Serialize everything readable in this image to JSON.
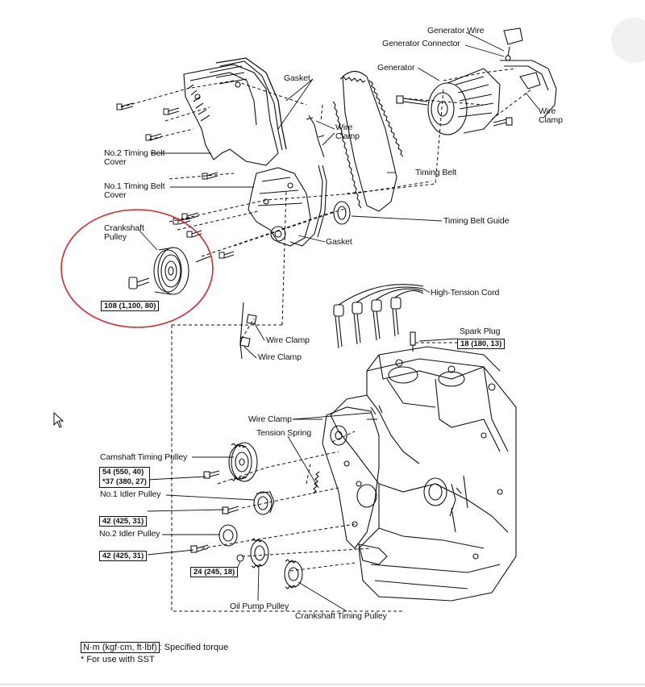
{
  "labels": {
    "generator_wire": "Generator Wire",
    "generator_connector": "Generator Connector",
    "generator": "Generator",
    "wire_clamp_generator": "Wire Clamp",
    "gasket_top": "Gasket",
    "wire_clamp_top": "Wire Clamp",
    "no2_timing_belt_cover": "No.2 Timing Belt Cover",
    "timing_belt": "Timing Belt",
    "no1_timing_belt_cover": "No.1 Timing Belt Cover",
    "timing_belt_guide": "Timing Belt Guide",
    "crankshaft_pulley": "Crankshaft Pulley",
    "gasket_lower": "Gasket",
    "high_tension_cord": "High-Tension Cord",
    "spark_plug": "Spark Plug",
    "wire_clamp_1": "Wire Clamp",
    "wire_clamp_2": "Wire Clamp",
    "wire_clamp_engine": "Wire Clamp",
    "tension_spring": "Tension Spring",
    "camshaft_timing_pulley": "Camshaft Timing Pulley",
    "no1_idler_pulley": "No.1 Idler Pulley",
    "no2_idler_pulley": "No.2 Idler Pulley",
    "oil_pump_pulley": "Oil Pump Pulley",
    "crankshaft_timing_pulley": "Crankshaft Timing Pulley"
  },
  "torques": {
    "crankshaft_pulley": "108 (1,100, 80)",
    "spark_plug": "18 (180, 13)",
    "camshaft_a": "54 (550, 40)",
    "camshaft_b": "*37 (380, 27)",
    "no1_idler": "42 (425, 31)",
    "no2_idler": "42 (425, 31)",
    "oil_pump": "24 (245, 18)"
  },
  "legend": {
    "unit_box": "N·m (kgf·cm, ft·lbf)",
    "unit_text": ": Specified torque",
    "note": "* For use with SST"
  },
  "colors": {
    "line": "#111111",
    "highlight_circle": "#d9262b",
    "background": "#ffffff"
  }
}
